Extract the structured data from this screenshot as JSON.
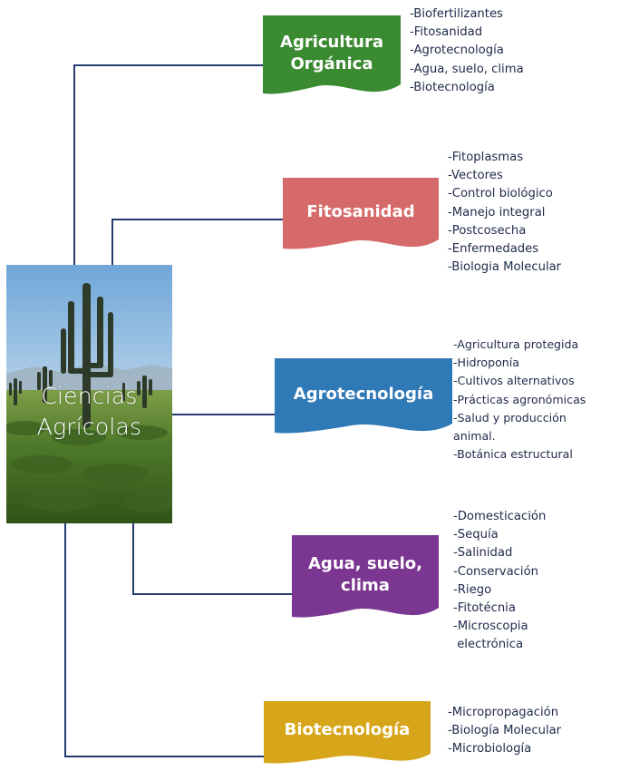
{
  "center": {
    "title_line1": "Ciencias",
    "title_line2": "Agrícolas"
  },
  "colors": {
    "connector": "#243b6e",
    "organica": "#3a8a32",
    "fitosanidad": "#d66a6a",
    "agrotecnologia": "#2f79b7",
    "agua": "#7a3690",
    "biotecnologia": "#d7a51a"
  },
  "branches": [
    {
      "id": "organica",
      "title_lines": [
        "Agricultura",
        "Orgánica"
      ],
      "items": [
        "-Biofertilizantes",
        "-Fitosanidad",
        "-Agrotecnología",
        "-Agua, suelo, clima",
        "-Biotecnología"
      ]
    },
    {
      "id": "fitosanidad",
      "title_lines": [
        "Fitosanidad"
      ],
      "items": [
        "-Fitoplasmas",
        "-Vectores",
        "-Control biológico",
        "-Manejo integral",
        "-Postcosecha",
        "-Enfermedades",
        "-Biologia Molecular"
      ]
    },
    {
      "id": "agrotecnologia",
      "title_lines": [
        "Agrotecnología"
      ],
      "items": [
        "-Agricultura protegida",
        "-Hidroponía",
        "-Cultivos alternativos",
        "-Prácticas agronómicas",
        "-Salud y producción",
        "animal.",
        "-Botánica estructural"
      ]
    },
    {
      "id": "agua",
      "title_lines": [
        "Agua, suelo,",
        "clima"
      ],
      "items": [
        "-Domesticación",
        "-Sequía",
        "-Salinidad",
        "-Conservación",
        "-Riego",
        "-Fitotécnia",
        "-Microscopia",
        " electrónica"
      ]
    },
    {
      "id": "biotecnologia",
      "title_lines": [
        "Biotecnología"
      ],
      "items": [
        "-Micropropagación",
        "-Biología Molecular",
        "-Microbiología"
      ]
    }
  ]
}
